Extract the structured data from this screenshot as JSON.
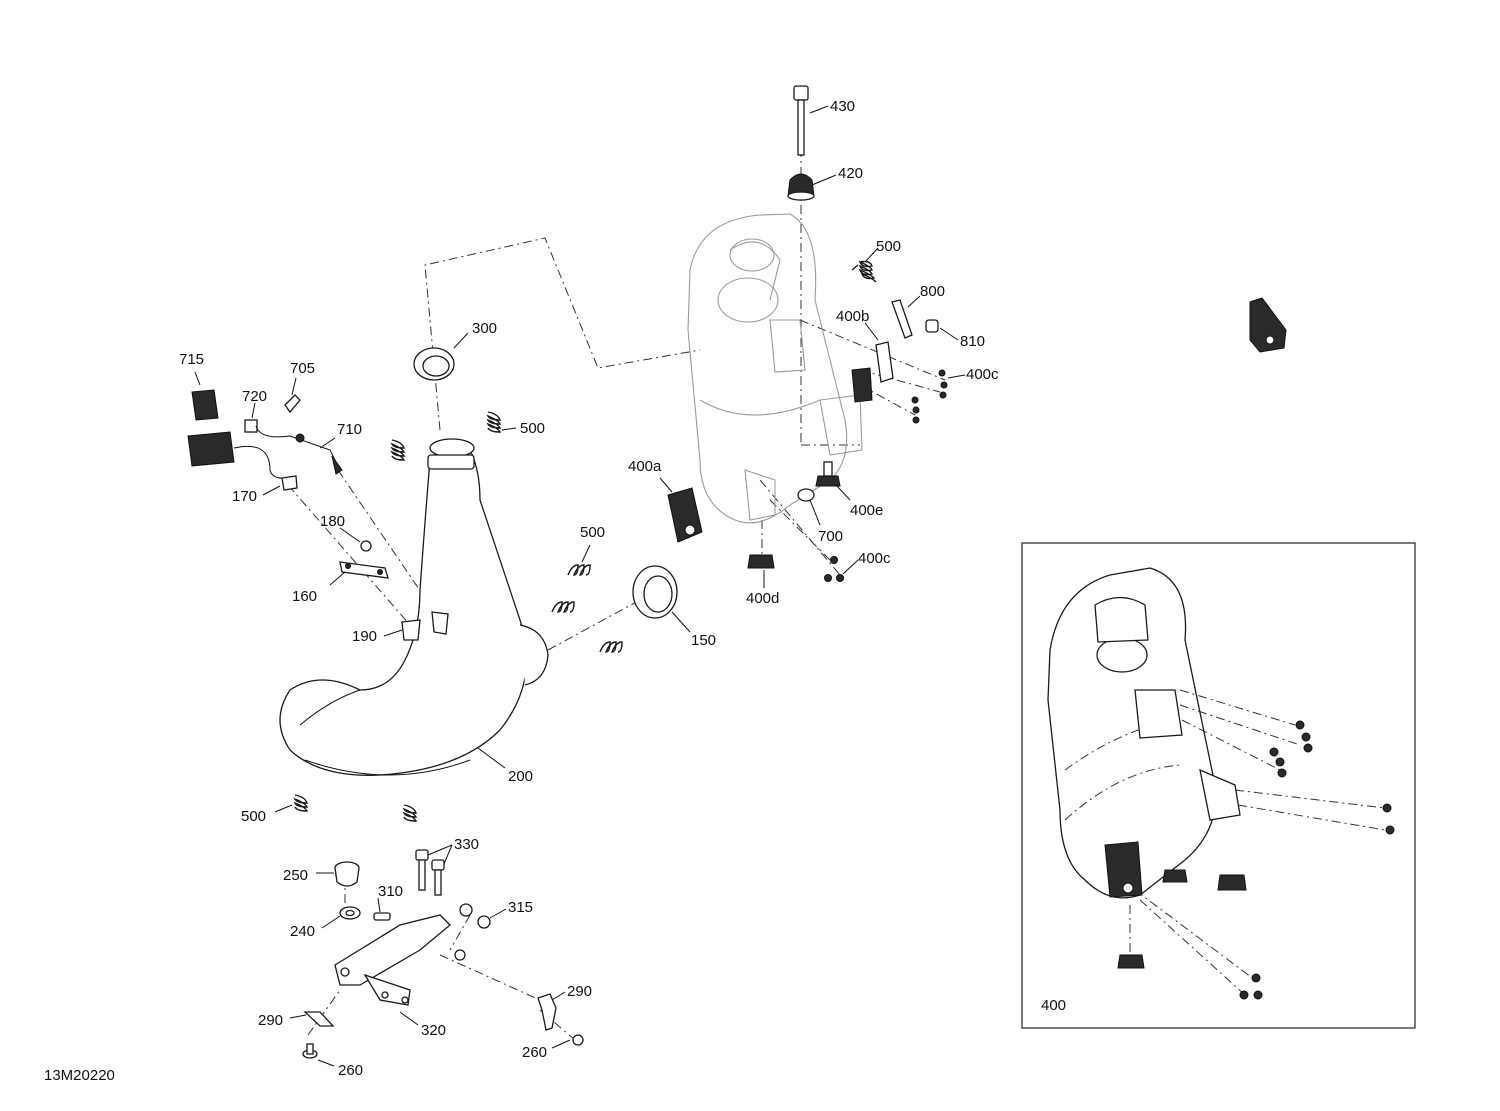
{
  "diagram_id": "13M20220",
  "inset": {
    "label": "400"
  },
  "callouts": {
    "c430": "430",
    "c420": "420",
    "c500_top": "500",
    "c800": "800",
    "c810": "810",
    "c400b": "400b",
    "c400c_top": "400c",
    "c400e": "400e",
    "c700": "700",
    "c400c_bot": "400c",
    "c400d": "400d",
    "c400a": "400a",
    "c300": "300",
    "c715": "715",
    "c705": "705",
    "c720": "720",
    "c710": "710",
    "c500_mid": "500",
    "c170": "170",
    "c180": "180",
    "c160": "160",
    "c190": "190",
    "c500_right": "500",
    "c150": "150",
    "c200": "200",
    "c500_low": "500",
    "c330": "330",
    "c250": "250",
    "c310": "310",
    "c315": "315",
    "c240": "240",
    "c290_right": "290",
    "c290_left": "290",
    "c320": "320",
    "c260_right": "260",
    "c260_left": "260"
  }
}
